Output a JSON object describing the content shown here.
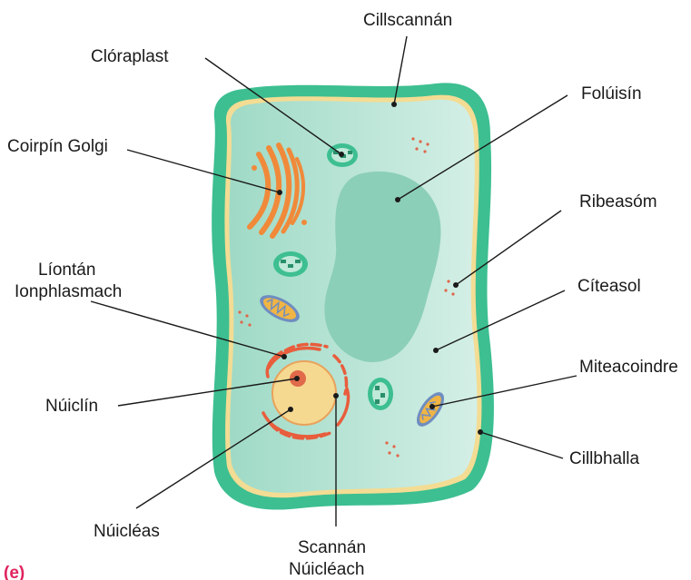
{
  "labels": {
    "cell_membrane": "Cillscannán",
    "chloroplast": "Clóraplast",
    "vacuole": "Folúisín",
    "golgi": "Coirpín Golgi",
    "ribosome": "Ribeasóm",
    "er_line1": "Líontán",
    "er_line2": "Ionphlasmach",
    "cytosol": "Cíteasol",
    "mitochondria": "Miteacoindre",
    "nucleolus": "Núiclín",
    "cell_wall": "Cillbhalla",
    "nucleus": "Núicléas",
    "nuclear_membrane_line1": "Scannán",
    "nuclear_membrane_line2": "Núicléach"
  },
  "corner_mark": "(e)",
  "colors": {
    "cell_wall": "#3dbf91",
    "membrane": "#f3dc93",
    "cytoplasm": "#b9e3d6",
    "vacuole": "#8ccfb9",
    "golgi": "#f08a3a",
    "chloroplast": "#3dbf91",
    "mitochondria_outer": "#6f8dc0",
    "mitochondria_inner": "#f0b545",
    "nucleus": "#f6d991",
    "nucleolus": "#e06a4a",
    "er": "#e85d3c",
    "ribosome": "#e0664a"
  }
}
